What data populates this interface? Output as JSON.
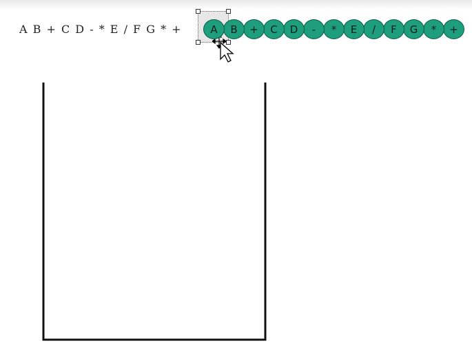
{
  "diagram": {
    "postfix_expression": "A B + C D - * E / F G * +",
    "tokens": [
      "A",
      "B",
      "+",
      "C",
      "D",
      "-",
      "*",
      "E",
      "/",
      "F",
      "G",
      "*",
      "+"
    ],
    "token_color": "#1f9e7d",
    "token_border_color": "#0a5c47",
    "selected_token_index": 0
  },
  "stack": {
    "items": []
  }
}
